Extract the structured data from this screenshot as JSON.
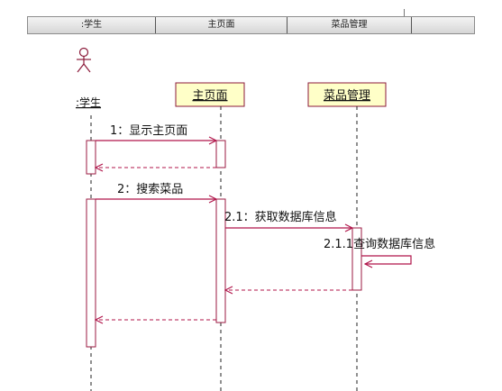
{
  "header": {
    "columns": [
      ":学生",
      "主页面",
      "菜品管理"
    ]
  },
  "actor": {
    "label": ":学生"
  },
  "lifelines": {
    "homepage": "主页面",
    "dish_management": "菜品管理"
  },
  "messages": {
    "m1": "1：显示主页面",
    "m2": "2：搜索菜品",
    "m21": "2.1：获取数据库信息",
    "m211": "2.1.1查询数据库信息"
  },
  "colors": {
    "box_fill": "#ffffc8",
    "box_border": "#8b1a3a",
    "arrow": "#b0154a",
    "activation_border": "#9b1a42"
  }
}
